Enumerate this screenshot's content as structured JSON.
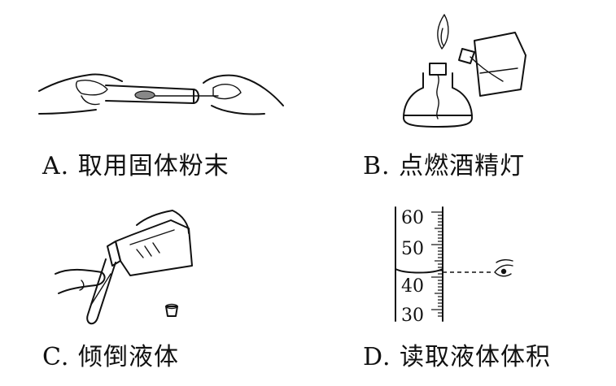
{
  "panels": [
    {
      "id": "A",
      "caption": "A. 取用固体粉末"
    },
    {
      "id": "B",
      "caption": "B. 点燃酒精灯"
    },
    {
      "id": "C",
      "caption": "C. 倾倒液体"
    },
    {
      "id": "D",
      "caption": "D. 读取液体体积"
    }
  ],
  "cylinder_scale": {
    "ticks": [
      "60",
      "50",
      "40",
      "30"
    ]
  },
  "icons": [
    "hands-holding-test-tube-icon",
    "alcohol-lamp-lighting-icon",
    "pouring-liquid-icon",
    "measuring-cylinder-icon",
    "eye-icon"
  ]
}
